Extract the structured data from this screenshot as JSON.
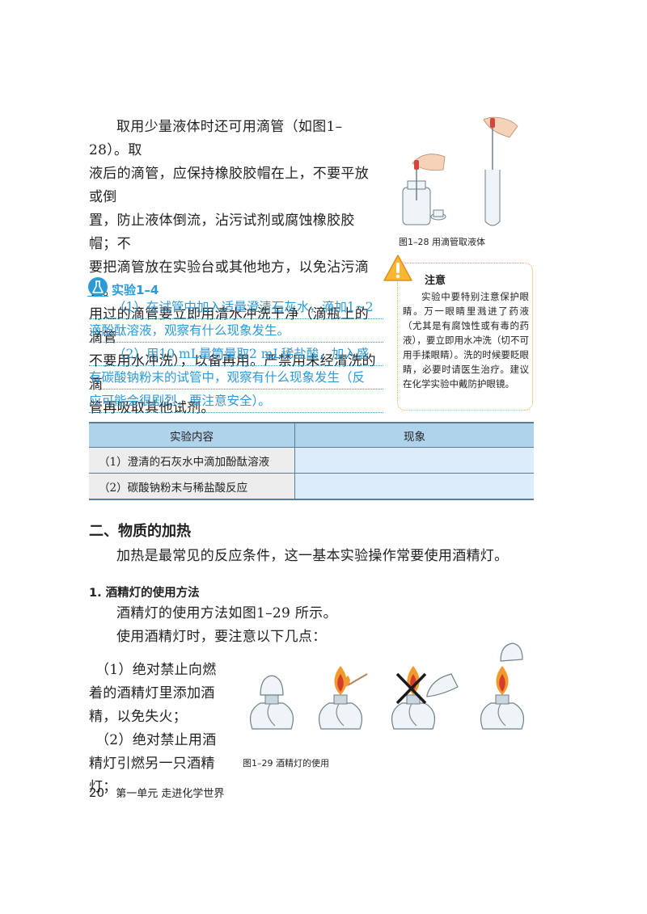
{
  "intro": {
    "paragraph_lines": [
      "取用少量液体时还可用滴管（如图1–28）。取",
      "液后的滴管，应保持橡胶胶帽在上，不要平放或倒",
      "置，防止液体倒流，沾污试剂或腐蚀橡胶胶帽；不",
      "要把滴管放在实验台或其他地方，以免沾污滴管。",
      "用过的滴管要立即用清水冲洗干净（滴瓶上的滴管",
      "不要用水冲洗），以备再用。严禁用未经清洗的滴",
      "管再吸取其他试剂。"
    ]
  },
  "figure_128": {
    "caption": "图1–28  用滴管取液体"
  },
  "notice": {
    "title": "注意",
    "body": "实验中要特别注意保护眼睛。万一眼睛里溅进了药液（尤其是有腐蚀性或有毒的药液），要立即用水冲洗（切不可用手揉眼睛）。洗的时候要眨眼睛，必要时请医生治疗。建议在化学实验中戴防护眼镜。"
  },
  "experiment": {
    "title": "实验1–4",
    "lines": [
      "（1）在试管中加入适量澄清石灰水，滴加1~2",
      "滴酚酞溶液，观察有什么现象发生。",
      "（2）用10 mL量筒量取2 mL稀盐酸，加入盛",
      "有碳酸钠粉末的试管中，观察有什么现象发生（反",
      "应可能会很剧烈，要注意安全）。"
    ]
  },
  "table": {
    "headers": [
      "实验内容",
      "现象"
    ],
    "rows": [
      [
        "（1）澄清的石灰水中滴加酚酞溶液",
        ""
      ],
      [
        "（2）碳酸钠粉末与稀盐酸反应",
        ""
      ]
    ]
  },
  "section": {
    "title": "二、物质的加热",
    "intro": "加热是最常见的反应条件，这一基本实验操作常要使用酒精灯。"
  },
  "subsection": {
    "title": "1. 酒精灯的使用方法",
    "line1": "酒精灯的使用方法如图1–29 所示。",
    "line2": "使用酒精灯时，要注意以下几点："
  },
  "rules": {
    "lines": [
      "（1）绝对禁止向燃",
      "着的酒精灯里添加酒",
      "精，以免失火；",
      "（2）绝对禁止用酒",
      "精灯引燃另一只酒精灯；"
    ]
  },
  "figure_129": {
    "caption": "图1–29  酒精灯的使用"
  },
  "footer": {
    "page_number": "20",
    "text": "第一单元    走进化学世界"
  },
  "colors": {
    "accent": "#2c9ad6",
    "notice_border": "#f0a733",
    "table_header": "#afd3ea",
    "table_cell": "#dcecfa"
  }
}
